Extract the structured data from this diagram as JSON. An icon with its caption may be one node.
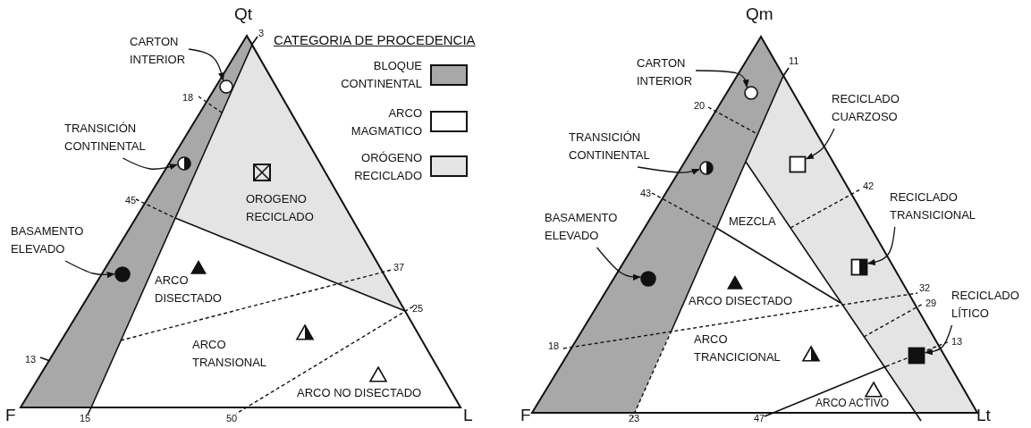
{
  "diagram": {
    "nodes": [
      {
        "text": [
          "CARTON INTERIOR"
        ]
      },
      {
        "text": [],
        "shape": "circle"
      },
      {
        "text": [
          "TRANSICIÓN CONTINENTAL"
        ]
      },
      {
        "text": [],
        "shape": "circle"
      },
      {
        "text": [
          "BASAMENTO ELEVADO"
        ]
      },
      {
        "text": [],
        "shape": "circle"
      },
      {
        "text": [
          "CARTON INTERIOR"
        ]
      },
      {
        "text": [],
        "shape": "circle"
      },
      {
        "text": [
          "TRANSICIÓN CONTINENTAL"
        ]
      },
      {
        "text": [],
        "shape": "circle"
      },
      {
        "text": [
          "BASAMENTO ELEVADO"
        ]
      },
      {
        "text": [],
        "shape": "circle"
      },
      {
        "text": [
          "RECICLADO CUARZOSO"
        ]
      },
      {
        "text": [],
        "shape": "box"
      },
      {
        "text": [
          "RECICLADO TRANSICIONAL"
        ]
      },
      {
        "text": [],
        "shape": "box"
      },
      {
        "text": [
          "RECICLADO LÍTICO"
        ]
      },
      {
        "text": [],
        "shape": "box"
      }
    ],
    "edges": [
      {
        "from": 0,
        "to": 1,
        "arrow": "to"
      },
      {
        "from": 2,
        "to": 3,
        "arrow": "to"
      },
      {
        "from": 4,
        "to": 5,
        "arrow": "to"
      },
      {
        "from": 6,
        "to": 7,
        "arrow": "to"
      },
      {
        "from": 8,
        "to": 9,
        "arrow": "to"
      },
      {
        "from": 10,
        "to": 11,
        "arrow": "to"
      },
      {
        "from": 12,
        "to": 13,
        "arrow": "to"
      },
      {
        "from": 14,
        "to": 15,
        "arrow": "to"
      },
      {
        "from": 16,
        "to": 17,
        "arrow": "to"
      }
    ],
    "labels": [
      "Qt",
      "3",
      "CATEGORIA DE PROCEDENCIA",
      "18",
      "OROGENO RECICLADO",
      "45",
      "37",
      "ARCO DISECTADO",
      "25",
      "ARCO TRANSIONAL",
      "13",
      "ARCO NO DISECTADO",
      "F",
      "15",
      "50",
      "L",
      "Qm",
      "11",
      "20",
      "42",
      "43",
      "MEZCLA",
      "32",
      "29",
      "ARCO DISECTADO",
      "18",
      "13",
      "ARCO TRANCICIONAL",
      "ARCO ACTIVO",
      "F",
      "23",
      "47",
      "Lt"
    ],
    "legend": [
      {
        "text": "BLOQUE CONTINENTAL",
        "color": "#a8a8a8"
      },
      {
        "text": "ARCO MAGMATICO",
        "color": "#ffffff"
      },
      {
        "text": "ORÓGENO RECICLADO",
        "color": "#e4e4e4"
      }
    ]
  }
}
